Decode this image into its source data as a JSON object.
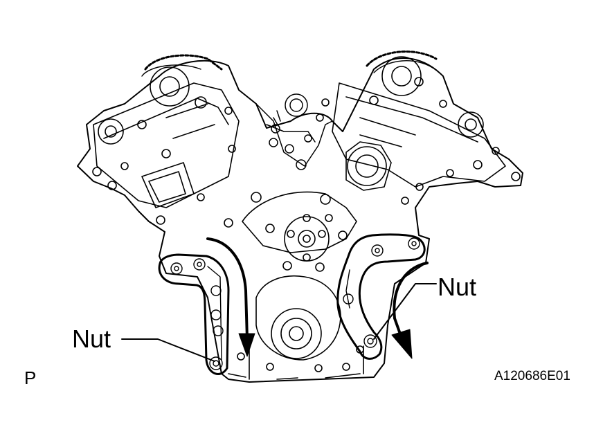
{
  "figure": {
    "view_marker": "P",
    "figure_code": "A120686E01"
  },
  "callouts": [
    {
      "label": "Nut",
      "side": "left"
    },
    {
      "label": "Nut",
      "side": "right"
    }
  ],
  "colors": {
    "ink": "#000000",
    "background": "#ffffff"
  }
}
